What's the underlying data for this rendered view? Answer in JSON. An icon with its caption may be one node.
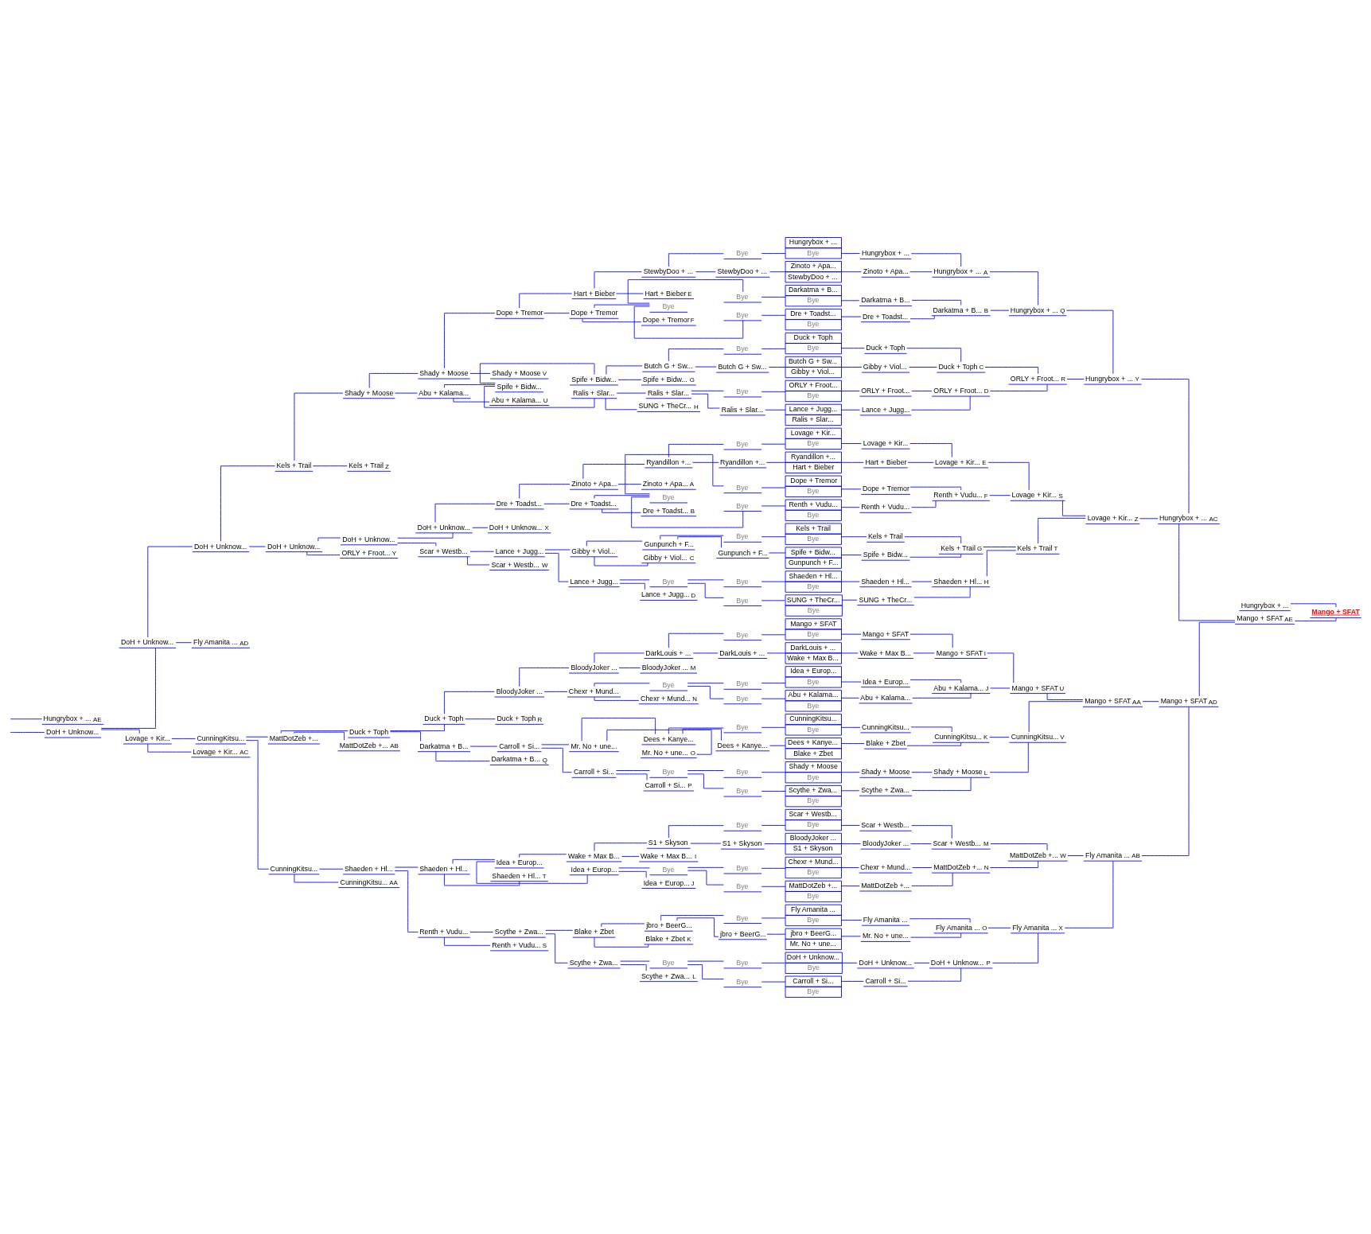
{
  "diagram": {
    "nodes": [
      {
        "text": [
          "DoH + Unknow..."
        ]
      },
      {
        "text": [
          "Hungrybox + ...",
          "AE"
        ]
      },
      {
        "text": [
          "DoH + Unknow..."
        ]
      },
      {
        "text": [
          "Lovage + Kir..."
        ]
      },
      {
        "text": [
          "DoH + Unknow..."
        ]
      },
      {
        "text": [
          "Fly Amanita ...",
          "AD"
        ]
      },
      {
        "text": [
          "CunningKitsu..."
        ]
      },
      {
        "text": [
          "Lovage + Kir...",
          "AC"
        ]
      },
      {
        "text": [
          "Kels + Trail"
        ]
      },
      {
        "text": [
          "DoH + Unknow..."
        ]
      },
      {
        "text": [
          "MattDotZeb +..."
        ]
      },
      {
        "text": [
          "CunningKitsu..."
        ]
      },
      {
        "text": [
          "Shady + Moose"
        ]
      },
      {
        "text": [
          "Kels + Trail",
          "Z"
        ]
      },
      {
        "text": [
          "DoH + Unknow..."
        ]
      },
      {
        "text": [
          "ORLY + Froot...",
          "Y"
        ]
      },
      {
        "text": [
          "Duck + Toph"
        ]
      },
      {
        "text": [
          "MattDotZeb +...",
          "AB"
        ]
      },
      {
        "text": [
          "Shaeden + Hl..."
        ]
      },
      {
        "text": [
          "CunningKitsu...",
          "AA"
        ]
      },
      {
        "text": [
          "Shady + Moose"
        ]
      },
      {
        "text": [
          "Abu + Kalama..."
        ]
      },
      {
        "text": [
          "DoH + Unknow..."
        ]
      },
      {
        "text": [
          "Scar + Westb..."
        ]
      },
      {
        "text": [
          "Duck + Toph"
        ]
      },
      {
        "text": [
          "Darkatma + B..."
        ]
      },
      {
        "text": [
          "Shaeden + Hl..."
        ]
      },
      {
        "text": [
          "Renth + Vudu..."
        ]
      },
      {
        "text": [
          "Dope + Tremor"
        ]
      },
      {
        "text": [
          "Shady + Moose",
          "V"
        ]
      },
      {
        "text": [
          "Spife + Bidw..."
        ]
      },
      {
        "text": [
          "Abu + Kalama...",
          "U"
        ]
      },
      {
        "text": [
          "Dre + Toadst..."
        ]
      },
      {
        "text": [
          "DoH + Unknow...",
          "X"
        ]
      },
      {
        "text": [
          "Lance + Jugg..."
        ]
      },
      {
        "text": [
          "Scar + Westb...",
          "W"
        ]
      },
      {
        "text": [
          "BloodyJoker ..."
        ]
      },
      {
        "text": [
          "Duck + Toph",
          "R"
        ]
      },
      {
        "text": [
          "Carroll + Si..."
        ]
      },
      {
        "text": [
          "Darkatma + B...",
          "Q"
        ]
      },
      {
        "text": [
          "Idea + Europ..."
        ]
      },
      {
        "text": [
          "Shaeden + Hl...",
          "T"
        ]
      },
      {
        "text": [
          "Scythe + Zwa..."
        ]
      },
      {
        "text": [
          "Renth + Vudu...",
          "S"
        ]
      },
      {
        "text": [
          "Hart + Bieber"
        ]
      },
      {
        "text": [
          "Dope + Tremor"
        ]
      },
      {
        "text": [
          "Spife + Bidw..."
        ]
      },
      {
        "text": [
          "Ralis + Slar..."
        ]
      },
      {
        "text": [
          "Zinoto + Apa..."
        ]
      },
      {
        "text": [
          "Dre + Toadst..."
        ]
      },
      {
        "text": [
          "Gibby + Viol..."
        ]
      },
      {
        "text": [
          "Lance + Jugg..."
        ]
      },
      {
        "text": [
          "BloodyJoker ..."
        ]
      },
      {
        "text": [
          "Chexr + Mund..."
        ]
      },
      {
        "text": [
          "Mr. No + une..."
        ]
      },
      {
        "text": [
          "Carroll + Si..."
        ]
      },
      {
        "text": [
          "Wake + Max B..."
        ]
      },
      {
        "text": [
          "Idea + Europ..."
        ]
      },
      {
        "text": [
          "Blake + Zbet"
        ]
      },
      {
        "text": [
          "Scythe + Zwa..."
        ]
      },
      {
        "text": [
          "StewbyDoo + ..."
        ]
      },
      {
        "text": [
          "Hart + Bieber",
          "E"
        ]
      },
      {
        "text": [
          "Bye"
        ]
      },
      {
        "text": [
          "Dope + Tremor",
          "F"
        ]
      },
      {
        "text": [
          "Butch G + Sw..."
        ]
      },
      {
        "text": [
          "Spife + Bidw...",
          "G"
        ]
      },
      {
        "text": [
          "Ralis + Slar..."
        ]
      },
      {
        "text": [
          "SUNG + TheCr...",
          "H"
        ]
      },
      {
        "text": [
          "Ryandillon +..."
        ]
      },
      {
        "text": [
          "Zinoto + Apa...",
          "A"
        ]
      },
      {
        "text": [
          "Bye"
        ]
      },
      {
        "text": [
          "Dre + Toadst...",
          "B"
        ]
      },
      {
        "text": [
          "Gunpunch + F..."
        ]
      },
      {
        "text": [
          "Gibby + Viol...",
          "C"
        ]
      },
      {
        "text": [
          "Bye"
        ]
      },
      {
        "text": [
          "Lance + Jugg...",
          "D"
        ]
      },
      {
        "text": [
          "DarkLouis + ..."
        ]
      },
      {
        "text": [
          "BloodyJoker ...",
          "M"
        ]
      },
      {
        "text": [
          "Bye"
        ]
      },
      {
        "text": [
          "Chexr + Mund...",
          "N"
        ]
      },
      {
        "text": [
          "Dees + Kanye..."
        ]
      },
      {
        "text": [
          "Mr. No + une...",
          "O"
        ]
      },
      {
        "text": [
          "Bye"
        ]
      },
      {
        "text": [
          "Carroll + Si...",
          "P"
        ]
      },
      {
        "text": [
          "S1 + Skyson"
        ]
      },
      {
        "text": [
          "Wake + Max B...",
          "I"
        ]
      },
      {
        "text": [
          "Bye"
        ]
      },
      {
        "text": [
          "Idea + Europ...",
          "J"
        ]
      },
      {
        "text": [
          "jbro + BeerG..."
        ]
      },
      {
        "text": [
          "Blake + Zbet",
          "K"
        ]
      },
      {
        "text": [
          "Bye"
        ]
      },
      {
        "text": [
          "Scythe + Zwa...",
          "L"
        ]
      },
      {
        "text": [
          "Bye"
        ]
      },
      {
        "text": [
          "StewbyDoo + ..."
        ]
      },
      {
        "text": [
          "Bye"
        ]
      },
      {
        "text": [
          "Bye"
        ]
      },
      {
        "text": [
          "Bye"
        ]
      },
      {
        "text": [
          "Butch G + Sw..."
        ]
      },
      {
        "text": [
          "Bye"
        ]
      },
      {
        "text": [
          "Ralis + Slar..."
        ]
      },
      {
        "text": [
          "Bye"
        ]
      },
      {
        "text": [
          "Ryandillon +..."
        ]
      },
      {
        "text": [
          "Bye"
        ]
      },
      {
        "text": [
          "Bye"
        ]
      },
      {
        "text": [
          "Bye"
        ]
      },
      {
        "text": [
          "Gunpunch + F..."
        ]
      },
      {
        "text": [
          "Bye"
        ]
      },
      {
        "text": [
          "Bye"
        ]
      },
      {
        "text": [
          "Bye"
        ]
      },
      {
        "text": [
          "DarkLouis + ..."
        ]
      },
      {
        "text": [
          "Bye"
        ]
      },
      {
        "text": [
          "Bye"
        ]
      },
      {
        "text": [
          "Bye"
        ]
      },
      {
        "text": [
          "Dees + Kanye..."
        ]
      },
      {
        "text": [
          "Bye"
        ]
      },
      {
        "text": [
          "Bye"
        ]
      },
      {
        "text": [
          "Bye"
        ]
      },
      {
        "text": [
          "S1 + Skyson"
        ]
      },
      {
        "text": [
          "Bye"
        ]
      },
      {
        "text": [
          "Bye"
        ]
      },
      {
        "text": [
          "Bye"
        ]
      },
      {
        "text": [
          "jbro + BeerG..."
        ]
      },
      {
        "text": [
          "Bye"
        ]
      },
      {
        "text": [
          "Bye"
        ]
      },
      {
        "text": [
          "Hungrybox + ...",
          "Bye"
        ]
      },
      {
        "text": [
          "Zinoto + Apa...",
          "StewbyDoo + ..."
        ]
      },
      {
        "text": [
          "Darkatma + B...",
          "Bye"
        ]
      },
      {
        "text": [
          "Dre + Toadst...",
          "Bye"
        ]
      },
      {
        "text": [
          "Duck + Toph",
          "Bye"
        ]
      },
      {
        "text": [
          "Butch G + Sw...",
          "Gibby + Viol..."
        ]
      },
      {
        "text": [
          "ORLY + Froot...",
          "Bye"
        ]
      },
      {
        "text": [
          "Lance + Jugg...",
          "Ralis + Slar..."
        ]
      },
      {
        "text": [
          "Lovage + Kir...",
          "Bye"
        ]
      },
      {
        "text": [
          "Ryandillon +...",
          "Hart + Bieber"
        ]
      },
      {
        "text": [
          "Dope + Tremor",
          "Bye"
        ]
      },
      {
        "text": [
          "Renth + Vudu...",
          "Bye"
        ]
      },
      {
        "text": [
          "Kels + Trail",
          "Bye"
        ]
      },
      {
        "text": [
          "Spife + Bidw...",
          "Gunpunch + F..."
        ]
      },
      {
        "text": [
          "Shaeden + Hl...",
          "Bye"
        ]
      },
      {
        "text": [
          "SUNG + TheCr...",
          "Bye"
        ]
      },
      {
        "text": [
          "Mango + SFAT",
          "Bye"
        ]
      },
      {
        "text": [
          "DarkLouis + ...",
          "Wake + Max B..."
        ]
      },
      {
        "text": [
          "Idea + Europ...",
          "Bye"
        ]
      },
      {
        "text": [
          "Abu + Kalama...",
          "Bye"
        ]
      },
      {
        "text": [
          "CunningKitsu...",
          "Bye"
        ]
      },
      {
        "text": [
          "Dees + Kanye...",
          "Blake + Zbet"
        ]
      },
      {
        "text": [
          "Shady + Moose",
          "Bye"
        ]
      },
      {
        "text": [
          "Scythe + Zwa...",
          "Bye"
        ]
      },
      {
        "text": [
          "Scar + Westb...",
          "Bye"
        ]
      },
      {
        "text": [
          "BloodyJoker ...",
          "S1 + Skyson"
        ]
      },
      {
        "text": [
          "Chexr + Mund...",
          "Bye"
        ]
      },
      {
        "text": [
          "MattDotZeb +...",
          "Bye"
        ]
      },
      {
        "text": [
          "Fly Amanita ...",
          "Bye"
        ]
      },
      {
        "text": [
          "jbro + BeerG...",
          "Mr. No + une..."
        ]
      },
      {
        "text": [
          "DoH + Unknow...",
          "Bye"
        ]
      },
      {
        "text": [
          "Carroll + Si...",
          "Bye"
        ]
      },
      {
        "text": [
          "Hungrybox + ..."
        ]
      },
      {
        "text": [
          "Zinoto + Apa..."
        ]
      },
      {
        "text": [
          "Darkatma + B..."
        ]
      },
      {
        "text": [
          "Dre + Toadst..."
        ]
      },
      {
        "text": [
          "Duck + Toph"
        ]
      },
      {
        "text": [
          "Gibby + Viol..."
        ]
      },
      {
        "text": [
          "ORLY + Froot..."
        ]
      },
      {
        "text": [
          "Lance + Jugg..."
        ]
      },
      {
        "text": [
          "Lovage + Kir..."
        ]
      },
      {
        "text": [
          "Hart + Bieber"
        ]
      },
      {
        "text": [
          "Dope + Tremor"
        ]
      },
      {
        "text": [
          "Renth + Vudu..."
        ]
      },
      {
        "text": [
          "Kels + Trail"
        ]
      },
      {
        "text": [
          "Spife + Bidw..."
        ]
      },
      {
        "text": [
          "Shaeden + Hl..."
        ]
      },
      {
        "text": [
          "SUNG + TheCr..."
        ]
      },
      {
        "text": [
          "Mango + SFAT"
        ]
      },
      {
        "text": [
          "Wake + Max B..."
        ]
      },
      {
        "text": [
          "Idea + Europ..."
        ]
      },
      {
        "text": [
          "Abu + Kalama..."
        ]
      },
      {
        "text": [
          "CunningKitsu..."
        ]
      },
      {
        "text": [
          "Blake + Zbet"
        ]
      },
      {
        "text": [
          "Shady + Moose"
        ]
      },
      {
        "text": [
          "Scythe + Zwa..."
        ]
      },
      {
        "text": [
          "Scar + Westb..."
        ]
      },
      {
        "text": [
          "BloodyJoker ..."
        ]
      },
      {
        "text": [
          "Chexr + Mund..."
        ]
      },
      {
        "text": [
          "MattDotZeb +..."
        ]
      },
      {
        "text": [
          "Fly Amanita ..."
        ]
      },
      {
        "text": [
          "Mr. No + une..."
        ]
      },
      {
        "text": [
          "DoH + Unknow..."
        ]
      },
      {
        "text": [
          "Carroll + Si..."
        ]
      },
      {
        "text": [
          "Hungrybox + ...",
          "A"
        ]
      },
      {
        "text": [
          "Darkatma + B...",
          "B"
        ]
      },
      {
        "text": [
          "Duck + Toph",
          "C"
        ]
      },
      {
        "text": [
          "ORLY + Froot...",
          "D"
        ]
      },
      {
        "text": [
          "Lovage + Kir...",
          "E"
        ]
      },
      {
        "text": [
          "Renth + Vudu...",
          "F"
        ]
      },
      {
        "text": [
          "Kels + Trail",
          "G"
        ]
      },
      {
        "text": [
          "Shaeden + Hl...",
          "H"
        ]
      },
      {
        "text": [
          "Mango + SFAT",
          "I"
        ]
      },
      {
        "text": [
          "Abu + Kalama...",
          "J"
        ]
      },
      {
        "text": [
          "CunningKitsu...",
          "K"
        ]
      },
      {
        "text": [
          "Shady + Moose",
          "L"
        ]
      },
      {
        "text": [
          "Scar + Westb...",
          "M"
        ]
      },
      {
        "text": [
          "MattDotZeb +...",
          "N"
        ]
      },
      {
        "text": [
          "Fly Amanita ...",
          "O"
        ]
      },
      {
        "text": [
          "DoH + Unknow...",
          "P"
        ]
      },
      {
        "text": [
          "Hungrybox + ...",
          "Q"
        ]
      },
      {
        "text": [
          "ORLY + Froot...",
          "R"
        ]
      },
      {
        "text": [
          "Lovage + Kir...",
          "S"
        ]
      },
      {
        "text": [
          "Kels + Trail",
          "T"
        ]
      },
      {
        "text": [
          "Mango + SFAT",
          "U"
        ]
      },
      {
        "text": [
          "CunningKitsu...",
          "V"
        ]
      },
      {
        "text": [
          "MattDotZeb +...",
          "W"
        ]
      },
      {
        "text": [
          "Fly Amanita ...",
          "X"
        ]
      },
      {
        "text": [
          "Hungrybox + ...",
          "Y"
        ]
      },
      {
        "text": [
          "Lovage + Kir...",
          "Z"
        ]
      },
      {
        "text": [
          "Mango + SFAT",
          "AA"
        ]
      },
      {
        "text": [
          "Fly Amanita ...",
          "AB"
        ]
      },
      {
        "text": [
          "Hungrybox + ...",
          "AC"
        ]
      },
      {
        "text": [
          "Mango + SFAT",
          "AD"
        ]
      },
      {
        "text": [
          "Mango + SFAT",
          "AE"
        ]
      },
      {
        "text": [
          "Hungrybox + ..."
        ]
      },
      {
        "text": [
          "Mango + SFAT"
        ]
      }
    ],
    "edges": [
      {
        "from": 124,
        "to": 156,
        "arrow": "none"
      },
      {
        "from": 125,
        "to": 157,
        "arrow": "none"
      },
      {
        "from": 126,
        "to": 158,
        "arrow": "none"
      },
      {
        "from": 127,
        "to": 159,
        "arrow": "none"
      },
      {
        "from": 128,
        "to": 160,
        "arrow": "none"
      },
      {
        "from": 129,
        "to": 161,
        "arrow": "none"
      },
      {
        "from": 130,
        "to": 162,
        "arrow": "none"
      },
      {
        "from": 131,
        "to": 163,
        "arrow": "none"
      },
      {
        "from": 132,
        "to": 164,
        "arrow": "none"
      },
      {
        "from": 133,
        "to": 165,
        "arrow": "none"
      },
      {
        "from": 134,
        "to": 166,
        "arrow": "none"
      },
      {
        "from": 135,
        "to": 167,
        "arrow": "none"
      },
      {
        "from": 136,
        "to": 168,
        "arrow": "none"
      },
      {
        "from": 137,
        "to": 169,
        "arrow": "none"
      },
      {
        "from": 138,
        "to": 170,
        "arrow": "none"
      },
      {
        "from": 139,
        "to": 171,
        "arrow": "none"
      },
      {
        "from": 140,
        "to": 172,
        "arrow": "none"
      },
      {
        "from": 141,
        "to": 173,
        "arrow": "none"
      },
      {
        "from": 142,
        "to": 174,
        "arrow": "none"
      },
      {
        "from": 143,
        "to": 175,
        "arrow": "none"
      },
      {
        "from": 144,
        "to": 176,
        "arrow": "none"
      },
      {
        "from": 145,
        "to": 177,
        "arrow": "none"
      },
      {
        "from": 146,
        "to": 178,
        "arrow": "none"
      },
      {
        "from": 147,
        "to": 179,
        "arrow": "none"
      },
      {
        "from": 148,
        "to": 180,
        "arrow": "none"
      },
      {
        "from": 149,
        "to": 181,
        "arrow": "none"
      },
      {
        "from": 150,
        "to": 182,
        "arrow": "none"
      },
      {
        "from": 151,
        "to": 183,
        "arrow": "none"
      },
      {
        "from": 152,
        "to": 184,
        "arrow": "none"
      },
      {
        "from": 153,
        "to": 185,
        "arrow": "none"
      },
      {
        "from": 154,
        "to": 186,
        "arrow": "none"
      },
      {
        "from": 155,
        "to": 187,
        "arrow": "none"
      },
      {
        "from": 156,
        "to": 188,
        "arrow": "none"
      },
      {
        "from": 157,
        "to": 188,
        "arrow": "none"
      },
      {
        "from": 158,
        "to": 189,
        "arrow": "none"
      },
      {
        "from": 159,
        "to": 189,
        "arrow": "none"
      },
      {
        "from": 160,
        "to": 190,
        "arrow": "none"
      },
      {
        "from": 161,
        "to": 190,
        "arrow": "none"
      },
      {
        "from": 162,
        "to": 191,
        "arrow": "none"
      },
      {
        "from": 163,
        "to": 191,
        "arrow": "none"
      },
      {
        "from": 164,
        "to": 192,
        "arrow": "none"
      },
      {
        "from": 165,
        "to": 192,
        "arrow": "none"
      },
      {
        "from": 166,
        "to": 193,
        "arrow": "none"
      },
      {
        "from": 167,
        "to": 193,
        "arrow": "none"
      },
      {
        "from": 168,
        "to": 194,
        "arrow": "none"
      },
      {
        "from": 169,
        "to": 194,
        "arrow": "none"
      },
      {
        "from": 170,
        "to": 195,
        "arrow": "none"
      },
      {
        "from": 171,
        "to": 195,
        "arrow": "none"
      },
      {
        "from": 172,
        "to": 196,
        "arrow": "none"
      },
      {
        "from": 173,
        "to": 196,
        "arrow": "none"
      },
      {
        "from": 174,
        "to": 197,
        "arrow": "none"
      },
      {
        "from": 175,
        "to": 197,
        "arrow": "none"
      },
      {
        "from": 176,
        "to": 198,
        "arrow": "none"
      },
      {
        "from": 177,
        "to": 198,
        "arrow": "none"
      },
      {
        "from": 178,
        "to": 199,
        "arrow": "none"
      },
      {
        "from": 179,
        "to": 199,
        "arrow": "none"
      },
      {
        "from": 180,
        "to": 200,
        "arrow": "none"
      },
      {
        "from": 181,
        "to": 200,
        "arrow": "none"
      },
      {
        "from": 182,
        "to": 201,
        "arrow": "none"
      },
      {
        "from": 183,
        "to": 201,
        "arrow": "none"
      },
      {
        "from": 184,
        "to": 202,
        "arrow": "none"
      },
      {
        "from": 185,
        "to": 202,
        "arrow": "none"
      },
      {
        "from": 186,
        "to": 203,
        "arrow": "none"
      },
      {
        "from": 187,
        "to": 203,
        "arrow": "none"
      },
      {
        "from": 188,
        "to": 204,
        "arrow": "none"
      },
      {
        "from": 189,
        "to": 204,
        "arrow": "none"
      },
      {
        "from": 190,
        "to": 205,
        "arrow": "none"
      },
      {
        "from": 191,
        "to": 205,
        "arrow": "none"
      },
      {
        "from": 192,
        "to": 206,
        "arrow": "none"
      },
      {
        "from": 193,
        "to": 206,
        "arrow": "none"
      },
      {
        "from": 194,
        "to": 207,
        "arrow": "none"
      },
      {
        "from": 195,
        "to": 207,
        "arrow": "none"
      },
      {
        "from": 196,
        "to": 208,
        "arrow": "none"
      },
      {
        "from": 197,
        "to": 208,
        "arrow": "none"
      },
      {
        "from": 198,
        "to": 209,
        "arrow": "none"
      },
      {
        "from": 199,
        "to": 209,
        "arrow": "none"
      },
      {
        "from": 200,
        "to": 210,
        "arrow": "none"
      },
      {
        "from": 201,
        "to": 210,
        "arrow": "none"
      },
      {
        "from": 202,
        "to": 211,
        "arrow": "none"
      },
      {
        "from": 203,
        "to": 211,
        "arrow": "none"
      },
      {
        "from": 204,
        "to": 212,
        "arrow": "none"
      },
      {
        "from": 205,
        "to": 212,
        "arrow": "none"
      },
      {
        "from": 206,
        "to": 213,
        "arrow": "none"
      },
      {
        "from": 207,
        "to": 213,
        "arrow": "none"
      },
      {
        "from": 208,
        "to": 214,
        "arrow": "none"
      },
      {
        "from": 209,
        "to": 214,
        "arrow": "none"
      },
      {
        "from": 210,
        "to": 215,
        "arrow": "none"
      },
      {
        "from": 211,
        "to": 215,
        "arrow": "none"
      },
      {
        "from": 212,
        "to": 216,
        "arrow": "none"
      },
      {
        "from": 213,
        "to": 216,
        "arrow": "none"
      },
      {
        "from": 214,
        "to": 217,
        "arrow": "none"
      },
      {
        "from": 215,
        "to": 217,
        "arrow": "none"
      },
      {
        "from": 216,
        "to": 218,
        "arrow": "none"
      },
      {
        "from": 217,
        "to": 218,
        "arrow": "none"
      },
      {
        "from": 218,
        "to": 220,
        "arrow": "none"
      },
      {
        "from": 219,
        "to": 220,
        "arrow": "none"
      },
      {
        "from": 124,
        "to": 92,
        "arrow": "none"
      },
      {
        "from": 125,
        "to": 93,
        "arrow": "none"
      },
      {
        "from": 126,
        "to": 94,
        "arrow": "none"
      },
      {
        "from": 127,
        "to": 95,
        "arrow": "none"
      },
      {
        "from": 128,
        "to": 96,
        "arrow": "none"
      },
      {
        "from": 129,
        "to": 97,
        "arrow": "none"
      },
      {
        "from": 130,
        "to": 98,
        "arrow": "none"
      },
      {
        "from": 131,
        "to": 99,
        "arrow": "none"
      },
      {
        "from": 132,
        "to": 100,
        "arrow": "none"
      },
      {
        "from": 133,
        "to": 101,
        "arrow": "none"
      },
      {
        "from": 134,
        "to": 102,
        "arrow": "none"
      },
      {
        "from": 135,
        "to": 103,
        "arrow": "none"
      },
      {
        "from": 136,
        "to": 104,
        "arrow": "none"
      },
      {
        "from": 137,
        "to": 105,
        "arrow": "none"
      },
      {
        "from": 138,
        "to": 106,
        "arrow": "none"
      },
      {
        "from": 139,
        "to": 107,
        "arrow": "none"
      },
      {
        "from": 140,
        "to": 108,
        "arrow": "none"
      },
      {
        "from": 141,
        "to": 109,
        "arrow": "none"
      },
      {
        "from": 142,
        "to": 110,
        "arrow": "none"
      },
      {
        "from": 143,
        "to": 111,
        "arrow": "none"
      },
      {
        "from": 144,
        "to": 112,
        "arrow": "none"
      },
      {
        "from": 145,
        "to": 113,
        "arrow": "none"
      },
      {
        "from": 146,
        "to": 114,
        "arrow": "none"
      },
      {
        "from": 147,
        "to": 115,
        "arrow": "none"
      },
      {
        "from": 148,
        "to": 116,
        "arrow": "none"
      },
      {
        "from": 149,
        "to": 117,
        "arrow": "none"
      },
      {
        "from": 150,
        "to": 118,
        "arrow": "none"
      },
      {
        "from": 151,
        "to": 119,
        "arrow": "none"
      },
      {
        "from": 152,
        "to": 120,
        "arrow": "none"
      },
      {
        "from": 153,
        "to": 121,
        "arrow": "none"
      },
      {
        "from": 154,
        "to": 122,
        "arrow": "none"
      },
      {
        "from": 155,
        "to": 123,
        "arrow": "none"
      },
      {
        "from": 92,
        "to": 60,
        "arrow": "none"
      },
      {
        "from": 93,
        "to": 60,
        "arrow": "none"
      },
      {
        "from": 94,
        "to": 62,
        "arrow": "none"
      },
      {
        "from": 95,
        "to": 62,
        "arrow": "none"
      },
      {
        "from": 96,
        "to": 64,
        "arrow": "none"
      },
      {
        "from": 97,
        "to": 64,
        "arrow": "none"
      },
      {
        "from": 98,
        "to": 66,
        "arrow": "none"
      },
      {
        "from": 99,
        "to": 66,
        "arrow": "none"
      },
      {
        "from": 100,
        "to": 68,
        "arrow": "none"
      },
      {
        "from": 101,
        "to": 68,
        "arrow": "none"
      },
      {
        "from": 102,
        "to": 70,
        "arrow": "none"
      },
      {
        "from": 103,
        "to": 70,
        "arrow": "none"
      },
      {
        "from": 104,
        "to": 72,
        "arrow": "none"
      },
      {
        "from": 105,
        "to": 72,
        "arrow": "none"
      },
      {
        "from": 106,
        "to": 74,
        "arrow": "none"
      },
      {
        "from": 107,
        "to": 74,
        "arrow": "none"
      },
      {
        "from": 108,
        "to": 76,
        "arrow": "none"
      },
      {
        "from": 109,
        "to": 76,
        "arrow": "none"
      },
      {
        "from": 110,
        "to": 78,
        "arrow": "none"
      },
      {
        "from": 111,
        "to": 78,
        "arrow": "none"
      },
      {
        "from": 112,
        "to": 80,
        "arrow": "none"
      },
      {
        "from": 113,
        "to": 80,
        "arrow": "none"
      },
      {
        "from": 114,
        "to": 82,
        "arrow": "none"
      },
      {
        "from": 115,
        "to": 82,
        "arrow": "none"
      },
      {
        "from": 116,
        "to": 84,
        "arrow": "none"
      },
      {
        "from": 117,
        "to": 84,
        "arrow": "none"
      },
      {
        "from": 118,
        "to": 86,
        "arrow": "none"
      },
      {
        "from": 119,
        "to": 86,
        "arrow": "none"
      },
      {
        "from": 120,
        "to": 88,
        "arrow": "none"
      },
      {
        "from": 121,
        "to": 88,
        "arrow": "none"
      },
      {
        "from": 122,
        "to": 90,
        "arrow": "none"
      },
      {
        "from": 123,
        "to": 90,
        "arrow": "none"
      },
      {
        "from": 60,
        "to": 44,
        "arrow": "none"
      },
      {
        "from": 61,
        "to": 44,
        "arrow": "none"
      },
      {
        "from": 62,
        "to": 45,
        "arrow": "none"
      },
      {
        "from": 63,
        "to": 45,
        "arrow": "none"
      },
      {
        "from": 64,
        "to": 46,
        "arrow": "none"
      },
      {
        "from": 65,
        "to": 46,
        "arrow": "none"
      },
      {
        "from": 66,
        "to": 47,
        "arrow": "none"
      },
      {
        "from": 67,
        "to": 47,
        "arrow": "none"
      },
      {
        "from": 68,
        "to": 48,
        "arrow": "none"
      },
      {
        "from": 69,
        "to": 48,
        "arrow": "none"
      },
      {
        "from": 70,
        "to": 49,
        "arrow": "none"
      },
      {
        "from": 71,
        "to": 49,
        "arrow": "none"
      },
      {
        "from": 72,
        "to": 50,
        "arrow": "none"
      },
      {
        "from": 73,
        "to": 50,
        "arrow": "none"
      },
      {
        "from": 74,
        "to": 51,
        "arrow": "none"
      },
      {
        "from": 75,
        "to": 51,
        "arrow": "none"
      },
      {
        "from": 76,
        "to": 52,
        "arrow": "none"
      },
      {
        "from": 77,
        "to": 52,
        "arrow": "none"
      },
      {
        "from": 78,
        "to": 53,
        "arrow": "none"
      },
      {
        "from": 79,
        "to": 53,
        "arrow": "none"
      },
      {
        "from": 80,
        "to": 54,
        "arrow": "none"
      },
      {
        "from": 81,
        "to": 54,
        "arrow": "none"
      },
      {
        "from": 82,
        "to": 55,
        "arrow": "none"
      },
      {
        "from": 83,
        "to": 55,
        "arrow": "none"
      },
      {
        "from": 84,
        "to": 56,
        "arrow": "none"
      },
      {
        "from": 85,
        "to": 56,
        "arrow": "none"
      },
      {
        "from": 86,
        "to": 57,
        "arrow": "none"
      },
      {
        "from": 87,
        "to": 57,
        "arrow": "none"
      },
      {
        "from": 88,
        "to": 58,
        "arrow": "none"
      },
      {
        "from": 89,
        "to": 58,
        "arrow": "none"
      },
      {
        "from": 90,
        "to": 59,
        "arrow": "none"
      },
      {
        "from": 91,
        "to": 59,
        "arrow": "none"
      },
      {
        "from": 44,
        "to": 28,
        "arrow": "none"
      },
      {
        "from": 45,
        "to": 28,
        "arrow": "none"
      },
      {
        "from": 46,
        "to": 30,
        "arrow": "none"
      },
      {
        "from": 47,
        "to": 30,
        "arrow": "none"
      },
      {
        "from": 48,
        "to": 32,
        "arrow": "none"
      },
      {
        "from": 49,
        "to": 32,
        "arrow": "none"
      },
      {
        "from": 50,
        "to": 34,
        "arrow": "none"
      },
      {
        "from": 51,
        "to": 34,
        "arrow": "none"
      },
      {
        "from": 52,
        "to": 36,
        "arrow": "none"
      },
      {
        "from": 53,
        "to": 36,
        "arrow": "none"
      },
      {
        "from": 54,
        "to": 38,
        "arrow": "none"
      },
      {
        "from": 55,
        "to": 38,
        "arrow": "none"
      },
      {
        "from": 56,
        "to": 40,
        "arrow": "none"
      },
      {
        "from": 57,
        "to": 40,
        "arrow": "none"
      },
      {
        "from": 58,
        "to": 42,
        "arrow": "none"
      },
      {
        "from": 59,
        "to": 42,
        "arrow": "none"
      },
      {
        "from": 28,
        "to": 20,
        "arrow": "none"
      },
      {
        "from": 29,
        "to": 20,
        "arrow": "none"
      },
      {
        "from": 30,
        "to": 21,
        "arrow": "none"
      },
      {
        "from": 31,
        "to": 21,
        "arrow": "none"
      },
      {
        "from": 32,
        "to": 22,
        "arrow": "none"
      },
      {
        "from": 33,
        "to": 22,
        "arrow": "none"
      },
      {
        "from": 34,
        "to": 23,
        "arrow": "none"
      },
      {
        "from": 35,
        "to": 23,
        "arrow": "none"
      },
      {
        "from": 36,
        "to": 24,
        "arrow": "none"
      },
      {
        "from": 37,
        "to": 24,
        "arrow": "none"
      },
      {
        "from": 38,
        "to": 25,
        "arrow": "none"
      },
      {
        "from": 39,
        "to": 25,
        "arrow": "none"
      },
      {
        "from": 40,
        "to": 26,
        "arrow": "none"
      },
      {
        "from": 41,
        "to": 26,
        "arrow": "none"
      },
      {
        "from": 42,
        "to": 27,
        "arrow": "none"
      },
      {
        "from": 43,
        "to": 27,
        "arrow": "none"
      },
      {
        "from": 20,
        "to": 12,
        "arrow": "none"
      },
      {
        "from": 21,
        "to": 12,
        "arrow": "none"
      },
      {
        "from": 22,
        "to": 14,
        "arrow": "none"
      },
      {
        "from": 23,
        "to": 14,
        "arrow": "none"
      },
      {
        "from": 24,
        "to": 16,
        "arrow": "none"
      },
      {
        "from": 25,
        "to": 16,
        "arrow": "none"
      },
      {
        "from": 26,
        "to": 18,
        "arrow": "none"
      },
      {
        "from": 27,
        "to": 18,
        "arrow": "none"
      },
      {
        "from": 12,
        "to": 8,
        "arrow": "none"
      },
      {
        "from": 13,
        "to": 8,
        "arrow": "none"
      },
      {
        "from": 14,
        "to": 9,
        "arrow": "none"
      },
      {
        "from": 15,
        "to": 9,
        "arrow": "none"
      },
      {
        "from": 16,
        "to": 10,
        "arrow": "none"
      },
      {
        "from": 17,
        "to": 10,
        "arrow": "none"
      },
      {
        "from": 18,
        "to": 11,
        "arrow": "none"
      },
      {
        "from": 19,
        "to": 11,
        "arrow": "none"
      },
      {
        "from": 8,
        "to": 4,
        "arrow": "none"
      },
      {
        "from": 9,
        "to": 4,
        "arrow": "none"
      },
      {
        "from": 10,
        "to": 6,
        "arrow": "none"
      },
      {
        "from": 11,
        "to": 6,
        "arrow": "none"
      },
      {
        "from": 4,
        "to": 2,
        "arrow": "none"
      },
      {
        "from": 5,
        "to": 2,
        "arrow": "none"
      },
      {
        "from": 6,
        "to": 3,
        "arrow": "none"
      },
      {
        "from": 7,
        "to": 3,
        "arrow": "none"
      },
      {
        "from": 2,
        "to": 0,
        "arrow": "none"
      },
      {
        "from": 3,
        "to": 0,
        "arrow": "none"
      },
      {
        "from": 0,
        "to": null,
        "arrow": "none"
      },
      {
        "from": 1,
        "to": null,
        "arrow": "none"
      }
    ]
  }
}
